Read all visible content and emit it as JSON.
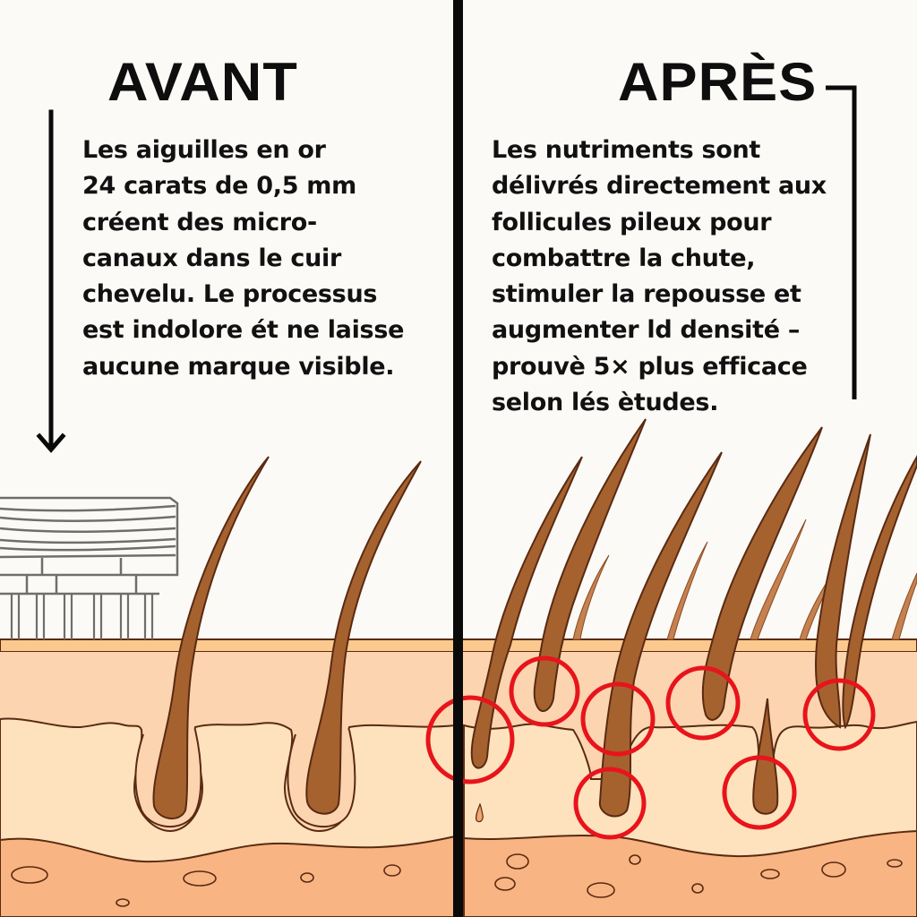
{
  "panels": {
    "before": {
      "title": "AVANT",
      "lines": [
        "Les aiguilles en or",
        "24 carats de 0,5 mm",
        "créent des micro-",
        "canaux dans le cuir",
        "chevelu. Le processus",
        "est indolore ét ne laisse",
        "aucune marque visible."
      ],
      "icons": [
        "down-arrow-icon",
        "microneedle-device-icon",
        "hair-follicle-icon"
      ]
    },
    "after": {
      "title": "APRÈS",
      "lines": [
        "Les nutriments sont",
        "délivrés directement aux",
        "follicules pileux pour",
        "combattre la chute,",
        "stimuler la repousse et",
        "augmenter ld densité –",
        "prouvè 5× plus efficace",
        "selon lés ètudes."
      ],
      "icons": [
        "corner-bracket-icon",
        "highlight-circle-icon",
        "hair-follicle-icon"
      ],
      "highlight_count": 7
    }
  },
  "colors": {
    "background": "#fcfaf6",
    "text": "#111111",
    "divider": "#0a0a0a",
    "epidermis_top": "#fbc98e",
    "dermis_upper": "#fcd5b0",
    "dermis_mid": "#fde2bd",
    "hypodermis": "#f8b482",
    "outline": "#5a2a12",
    "hair": "#a5622f",
    "hair_light": "#c68150",
    "highlight_circle": "#e8141b",
    "device": "#6e6e6e"
  }
}
